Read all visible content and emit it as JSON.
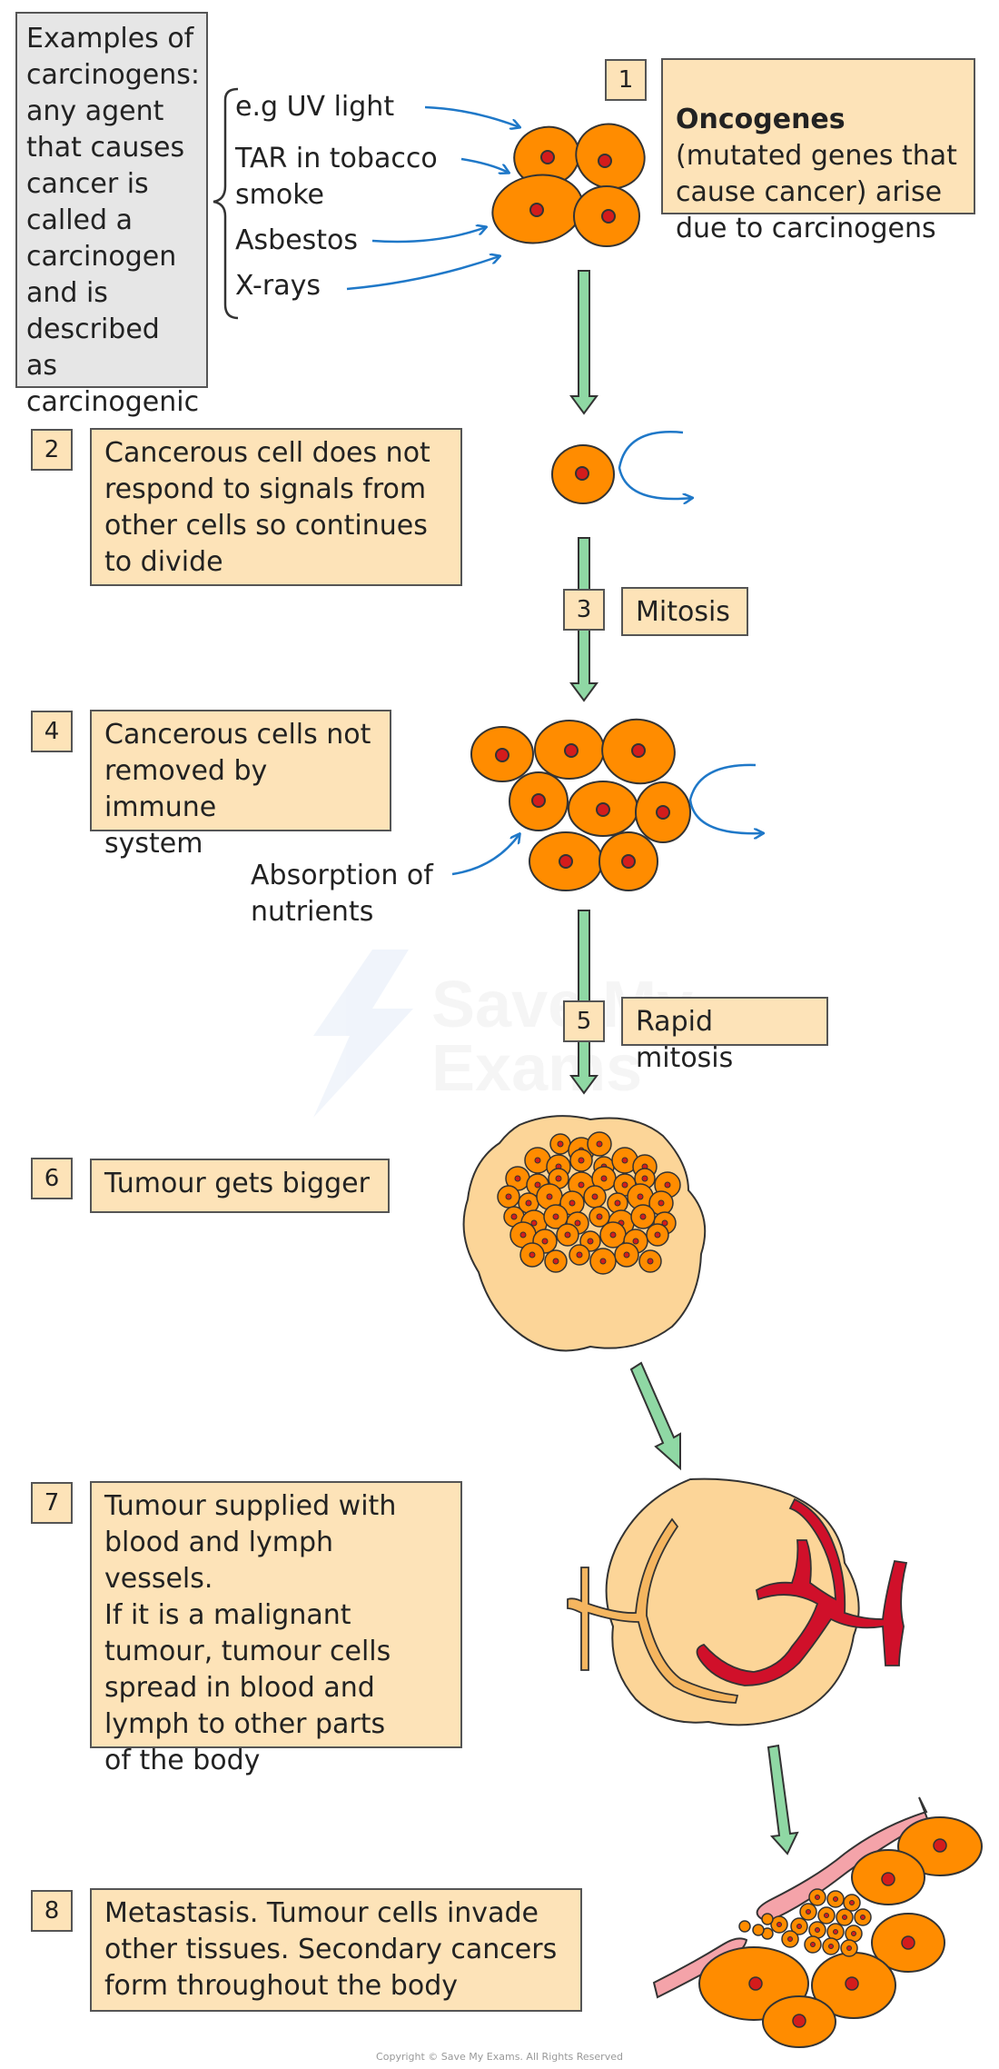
{
  "carcinogen_box": "Examples of\ncarcinogens:\nany agent\nthat causes\ncancer is\ncalled a\ncarcinogen\nand is\ndescribed as\ncarcinogenic",
  "carcinogen_examples": [
    "e.g UV light",
    "TAR in tobacco\nsmoke",
    "Asbestos",
    "X-rays"
  ],
  "steps": [
    {
      "number": "1",
      "title": "Oncogenes",
      "text": "(mutated genes that\ncause cancer) arise\ndue to carcinogens"
    },
    {
      "number": "2",
      "text": "Cancerous cell does not\nrespond to signals from\nother cells so continues\nto divide"
    },
    {
      "number": "3",
      "text": "Mitosis"
    },
    {
      "number": "4",
      "text": "Cancerous cells not\nremoved by immune\nsystem"
    },
    {
      "number": "5",
      "text": "Rapid mitosis"
    },
    {
      "number": "6",
      "text": "Tumour gets bigger"
    },
    {
      "number": "7",
      "text": "Tumour supplied with\nblood and lymph vessels.\nIf it is a malignant\ntumour, tumour cells\nspread in blood and\nlymph to other parts\nof the body"
    },
    {
      "number": "8",
      "text": "Metastasis. Tumour cells invade\nother tissues. Secondary cancers\nform throughout the body"
    }
  ],
  "nutrient_label": "Absorption of\nnutrients",
  "watermark": "Save My Exams",
  "copyright": "Copyright © Save My Exams. All Rights Reserved",
  "colors": {
    "box_fill": "#fde3b8",
    "cell": "#ff8c00",
    "nucleus": "#d41c1c",
    "arrow": "#8fd8a4",
    "pointer": "#1f78c8",
    "tumour": "#fcd598",
    "blood": "#d0102a",
    "lymph": "#f5b660",
    "vessel": "#f4a3a9"
  }
}
